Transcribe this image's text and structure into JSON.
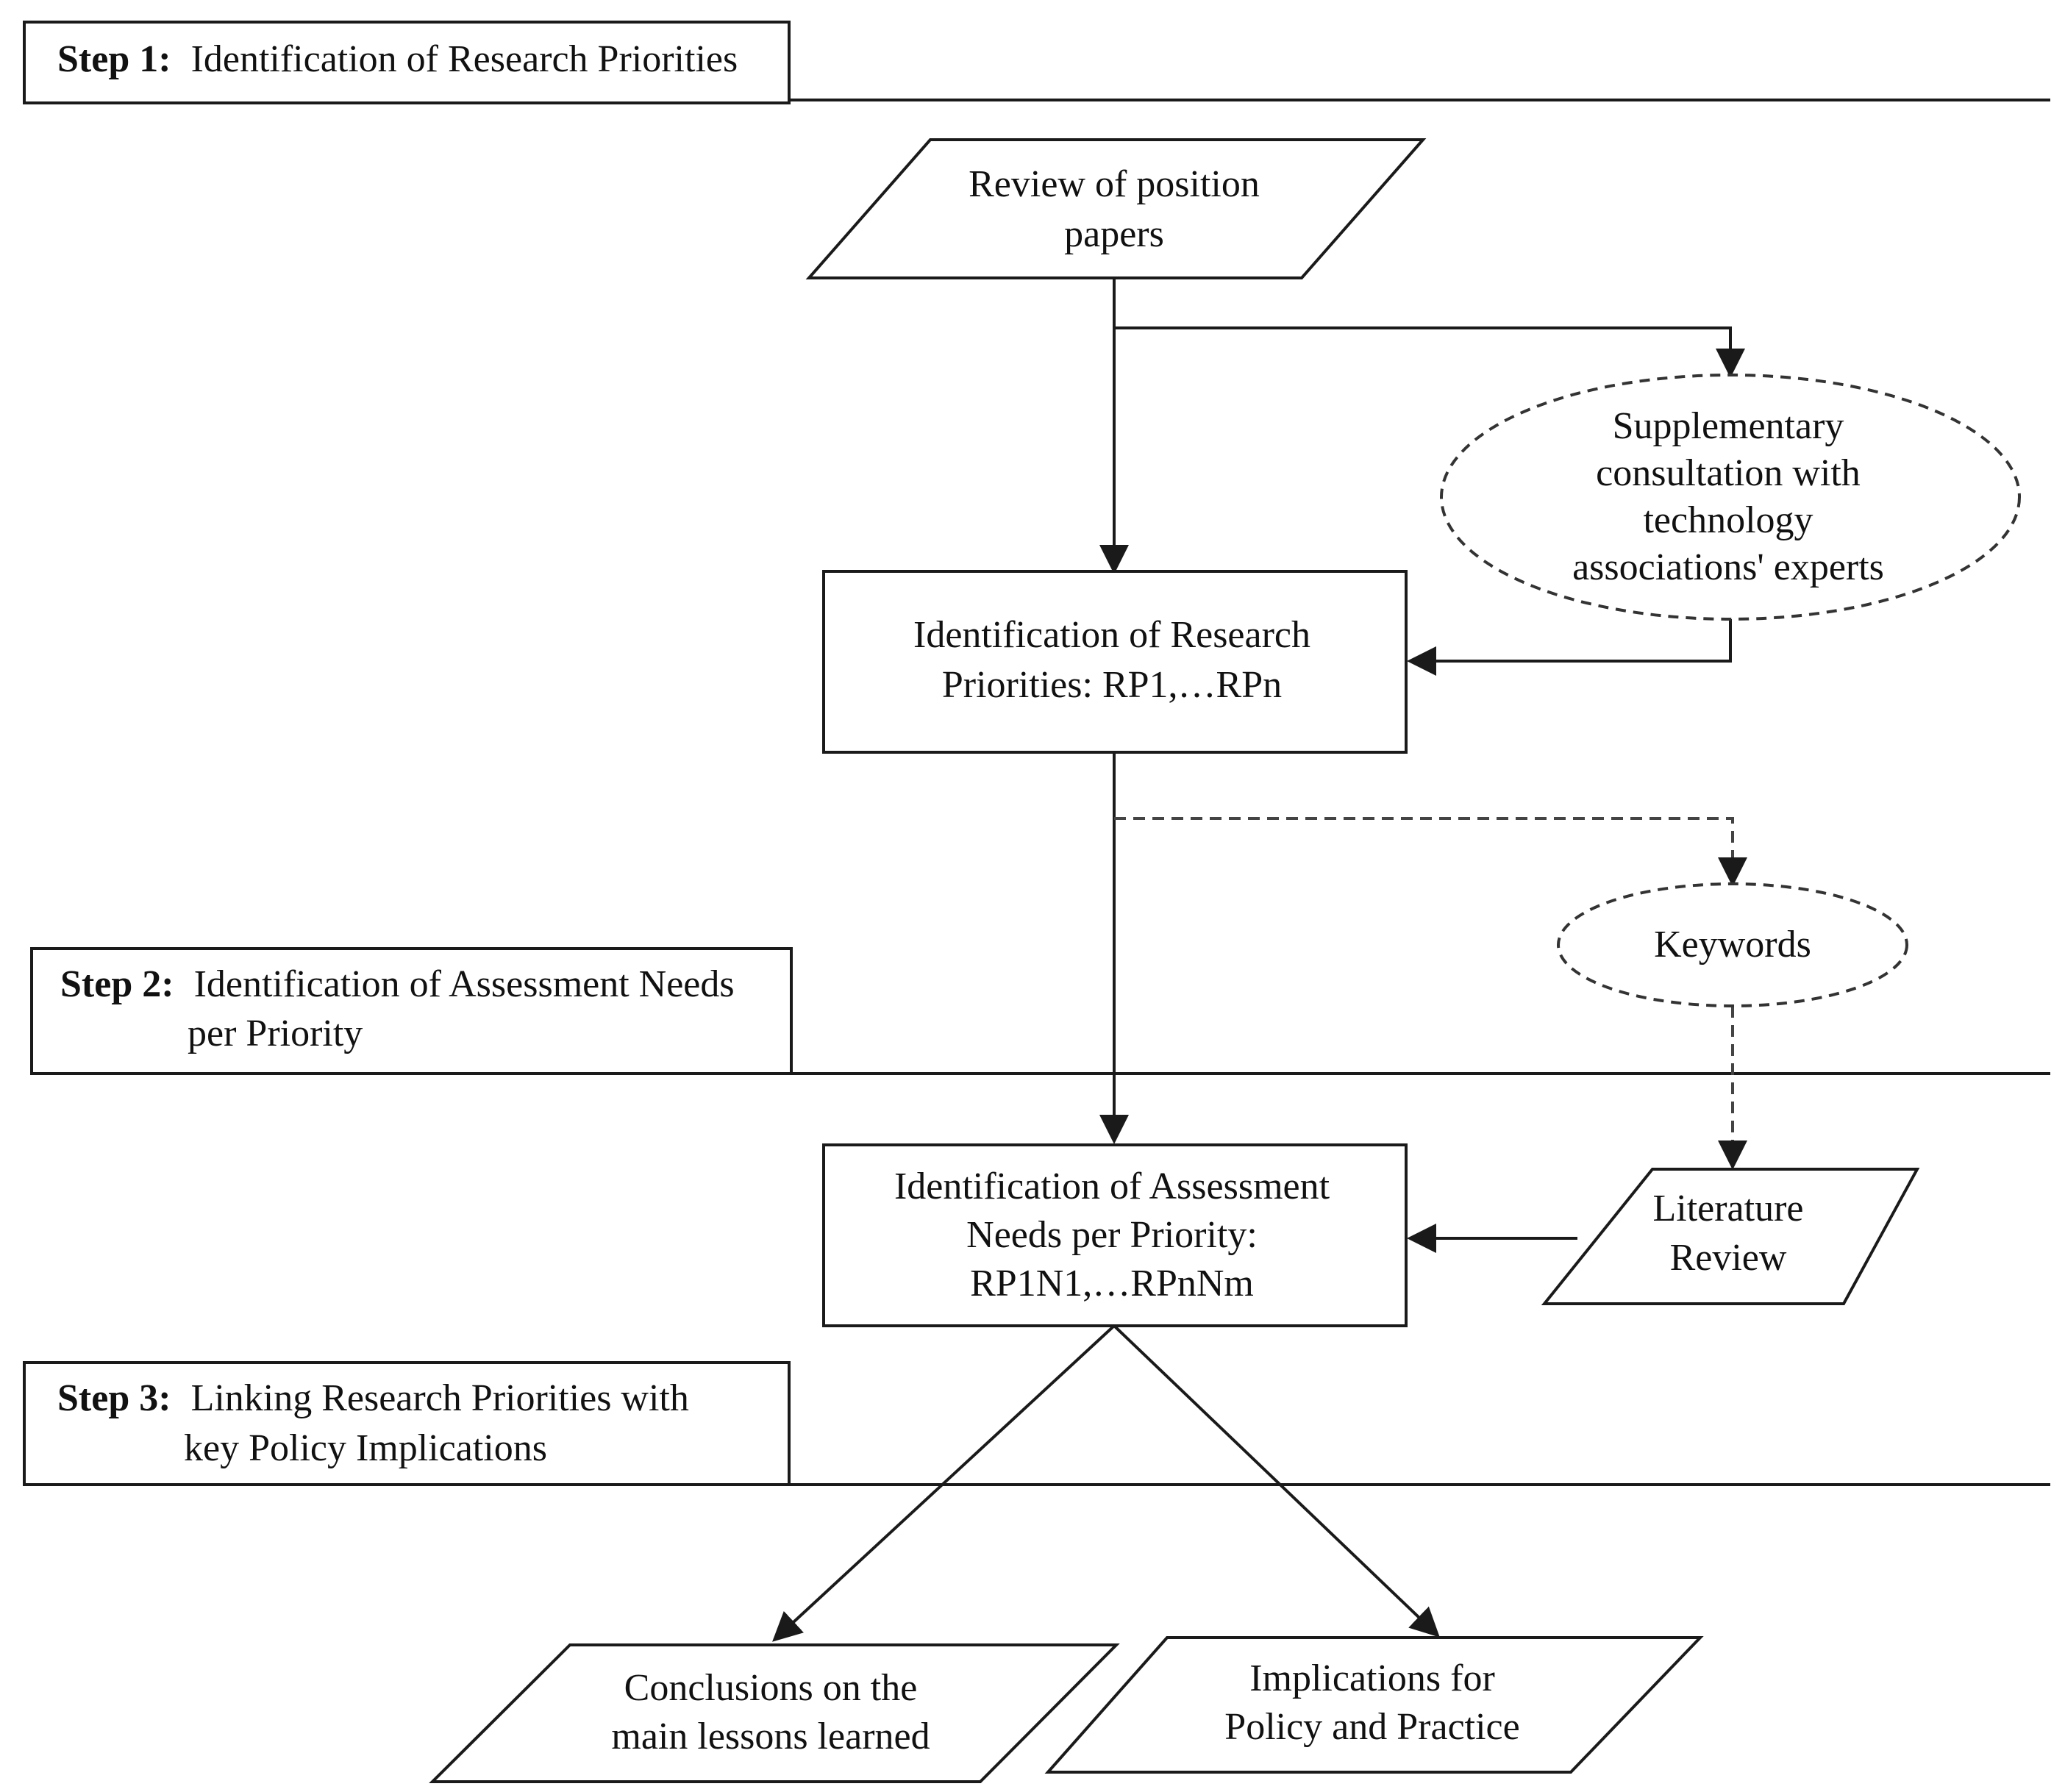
{
  "steps": [
    {
      "label": "Step 1:",
      "lines": [
        "Identification of Research Priorities"
      ]
    },
    {
      "label": "Step 2:",
      "lines": [
        "Identification of Assessment Needs",
        "per Priority"
      ]
    },
    {
      "label": "Step 3:",
      "lines": [
        "Linking Research Priorities with",
        "key Policy Implications"
      ]
    }
  ],
  "nodes": {
    "review": {
      "lines": [
        "Review of position",
        "papers"
      ]
    },
    "consultation": {
      "lines": [
        "Supplementary",
        "consultation with",
        "technology",
        "associations' experts"
      ]
    },
    "priorities": {
      "lines": [
        "Identification of Research",
        "Priorities: RP1,…RPn"
      ]
    },
    "keywords": {
      "lines": [
        "Keywords"
      ]
    },
    "needs": {
      "lines": [
        "Identification of Assessment",
        "Needs per Priority:",
        "RP1N1,…RPnNm"
      ]
    },
    "literature": {
      "lines": [
        "Literature",
        "Review"
      ]
    },
    "conclusions": {
      "lines": [
        "Conclusions on the",
        "main lessons learned"
      ]
    },
    "implications": {
      "lines": [
        "Implications for",
        "Policy and Practice"
      ]
    }
  }
}
